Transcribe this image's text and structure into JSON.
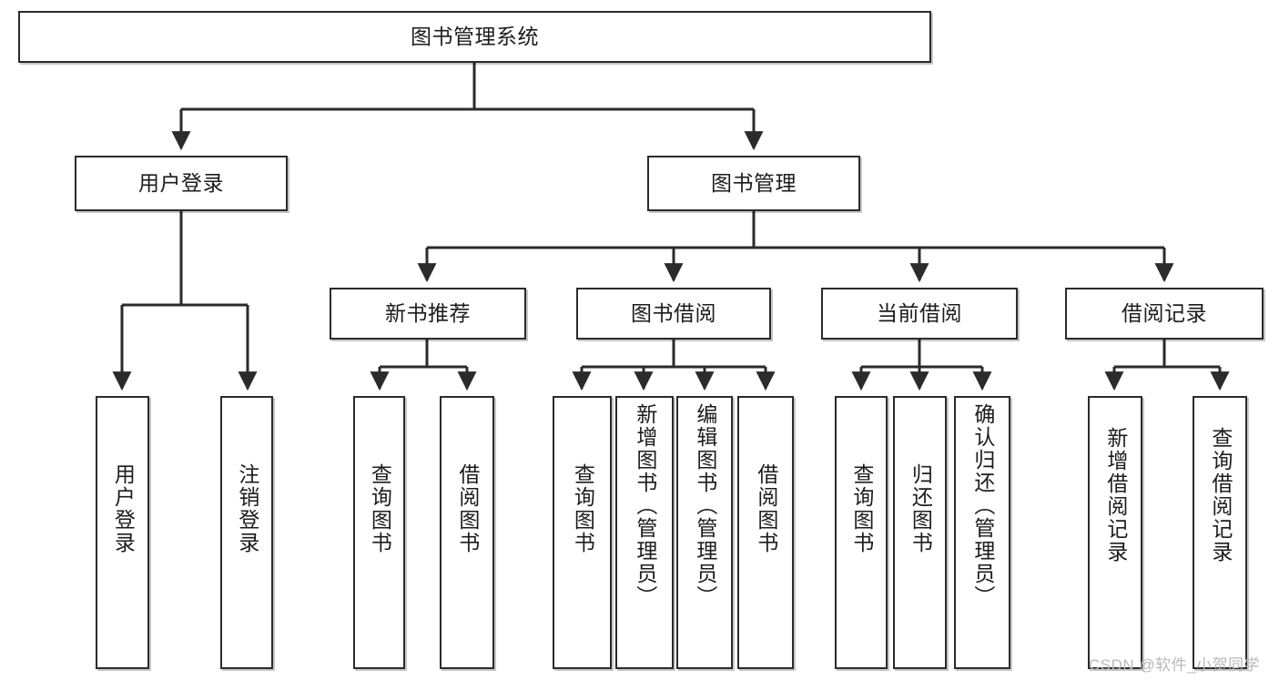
{
  "diagram": {
    "type": "tree",
    "title": "图书管理系统",
    "watermark": "CSDN @软件_小贺同学",
    "colors": {
      "box_border": "#2b2b2b",
      "box_fill": "#ffffff",
      "edge": "#2b2b2b",
      "text": "#1c1c1c",
      "watermark": "#b9b9b9"
    },
    "levels": {
      "root": "图书管理系统",
      "level2": [
        "用户登录",
        "图书管理"
      ],
      "level3": [
        "新书推荐",
        "图书借阅",
        "当前借阅",
        "借阅记录"
      ]
    },
    "nodes": {
      "root": {
        "label": "图书管理系统"
      },
      "user_login": {
        "label": "用户登录"
      },
      "book_manage": {
        "label": "图书管理"
      },
      "new_book_rec": {
        "label": "新书推荐"
      },
      "book_borrow": {
        "label": "图书借阅"
      },
      "current_borrow": {
        "label": "当前借阅"
      },
      "borrow_record": {
        "label": "借阅记录"
      },
      "leaf_user_login": {
        "label": "用户登录"
      },
      "leaf_logout": {
        "label": "注销登录"
      },
      "leaf_query_book_1": {
        "label": "查询图书"
      },
      "leaf_borrow_book_1": {
        "label": "借阅图书"
      },
      "leaf_query_book_2": {
        "label": "查询图书"
      },
      "leaf_add_book": {
        "label": "新增图书（管理员）"
      },
      "leaf_edit_book": {
        "label": "编辑图书（管理员）"
      },
      "leaf_borrow_book_2": {
        "label": "借阅图书"
      },
      "leaf_query_book_3": {
        "label": "查询图书"
      },
      "leaf_return_book": {
        "label": "归还图书"
      },
      "leaf_confirm_return": {
        "label": "确认归还（管理员）"
      },
      "leaf_add_record": {
        "label": "新增借阅记录"
      },
      "leaf_query_record": {
        "label": "查询借阅记录"
      }
    },
    "edges": [
      {
        "from": "root",
        "to": "user_login"
      },
      {
        "from": "root",
        "to": "book_manage"
      },
      {
        "from": "user_login",
        "to": "leaf_user_login"
      },
      {
        "from": "user_login",
        "to": "leaf_logout"
      },
      {
        "from": "book_manage",
        "to": "new_book_rec"
      },
      {
        "from": "book_manage",
        "to": "book_borrow"
      },
      {
        "from": "book_manage",
        "to": "current_borrow"
      },
      {
        "from": "book_manage",
        "to": "borrow_record"
      },
      {
        "from": "new_book_rec",
        "to": "leaf_query_book_1"
      },
      {
        "from": "new_book_rec",
        "to": "leaf_borrow_book_1"
      },
      {
        "from": "book_borrow",
        "to": "leaf_query_book_2"
      },
      {
        "from": "book_borrow",
        "to": "leaf_add_book"
      },
      {
        "from": "book_borrow",
        "to": "leaf_edit_book"
      },
      {
        "from": "book_borrow",
        "to": "leaf_borrow_book_2"
      },
      {
        "from": "current_borrow",
        "to": "leaf_query_book_3"
      },
      {
        "from": "current_borrow",
        "to": "leaf_return_book"
      },
      {
        "from": "current_borrow",
        "to": "leaf_confirm_return"
      },
      {
        "from": "borrow_record",
        "to": "leaf_add_record"
      },
      {
        "from": "borrow_record",
        "to": "leaf_query_record"
      }
    ]
  }
}
